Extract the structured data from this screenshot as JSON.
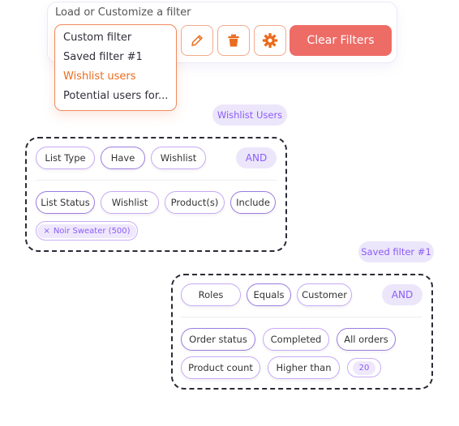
{
  "filter_panel": {
    "title": "Load or Customize a filter",
    "dropdown": {
      "items": [
        "Custom filter",
        "Saved filter #1",
        "Wishlist users",
        "Potential users for..."
      ],
      "selected_index": 2
    },
    "icons": [
      "pencil-icon",
      "trash-icon",
      "gear-icon"
    ],
    "clear_label": "Clear Filters"
  },
  "groups": [
    {
      "tag": "Wishlist Users",
      "rows": [
        [
          "List Type",
          "Have",
          "Wishlist"
        ],
        [
          "List Status",
          "Wishlist",
          "Product(s)",
          "Include"
        ]
      ],
      "operator": "AND",
      "product_pill": {
        "remove": "×",
        "label": "Noir Sweater (500)"
      }
    },
    {
      "tag": "Saved filter #1",
      "rows": [
        [
          "Roles",
          "Equals",
          "Customer"
        ],
        [
          "Order status",
          "Completed",
          "All orders"
        ],
        [
          "Product count",
          "Higher than",
          "20"
        ]
      ],
      "operator": "AND"
    }
  ],
  "colors": {
    "accent_orange": "#ea6c1e",
    "clear_red": "#ee6c66",
    "accent_purple": "#8b5cf6",
    "tag_bg": "#ece6fb"
  }
}
